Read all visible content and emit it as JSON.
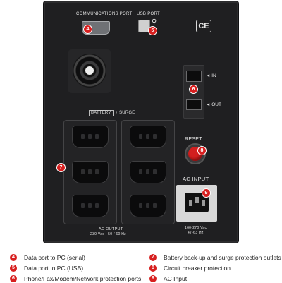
{
  "panel": {
    "communications_port_label": "COMMUNICATIONS PORT",
    "usb_port_label": "USB PORT",
    "ce_mark": "CE",
    "usb_symbol": "⚲",
    "in_label": "◄ IN",
    "out_label": "◄ OUT",
    "battery_tag": "BATTERY",
    "surge_tag": "+ SURGE",
    "reset_label": "RESET",
    "ac_input_label": "AC INPUT",
    "ac_output_label": "AC OUTPUT",
    "ac_output_rating": "230 Vac , 50 / 60 Hz",
    "ac_input_rating_1": "160-270 Vac",
    "ac_input_rating_2": "47-63 Hz"
  },
  "callouts": {
    "serial": "4",
    "usb": "5",
    "phone": "6",
    "outlets": "7",
    "breaker": "8",
    "ac_input": "9"
  },
  "legend": [
    {
      "num": "4",
      "text": "Data port to PC (serial)"
    },
    {
      "num": "5",
      "text": "Data port to PC (USB)"
    },
    {
      "num": "6",
      "text": "Phone/Fax/Modem/Network protection ports"
    },
    {
      "num": "7",
      "text": "Battery back-up and surge protection outlets"
    },
    {
      "num": "8",
      "text": "Circuit breaker protection"
    },
    {
      "num": "9",
      "text": "AC Input"
    }
  ]
}
